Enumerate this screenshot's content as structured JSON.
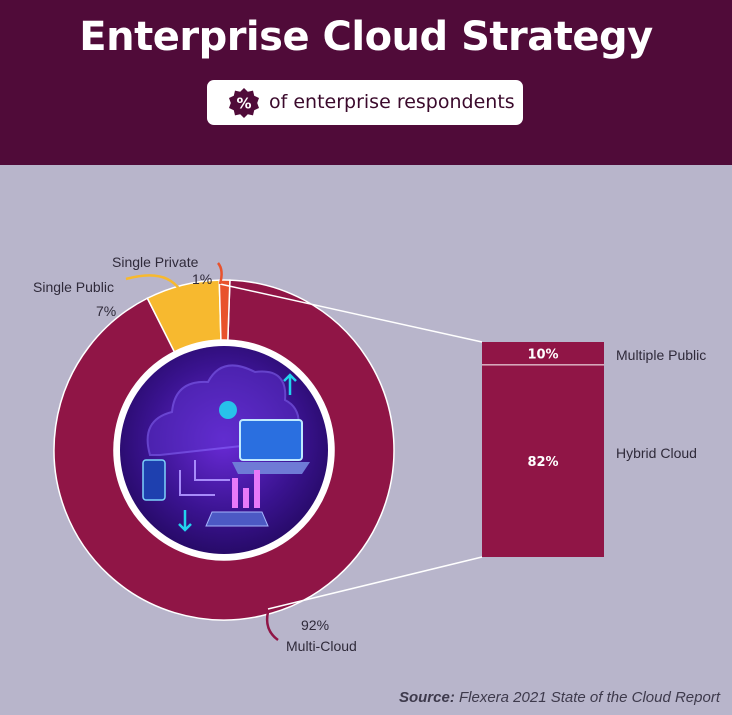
{
  "header": {
    "title": "Enterprise Cloud Strategy",
    "subtitle_badge": "%",
    "subtitle": "of enterprise respondents"
  },
  "chart_data": [
    {
      "type": "pie",
      "categories": [
        "Multi-Cloud",
        "Single Public",
        "Single Private"
      ],
      "values": [
        92,
        7,
        1
      ],
      "labels": [
        "92%",
        "7%",
        "1%"
      ],
      "colors": [
        "#901546",
        "#f7b92f",
        "#e8522c"
      ]
    },
    {
      "type": "bar",
      "categories": [
        "Multiple Public",
        "Hybrid Cloud"
      ],
      "values": [
        10,
        82
      ],
      "labels": [
        "10%",
        "82%"
      ],
      "color": "#901546"
    }
  ],
  "center_image": {
    "icon": "cloud-computing-illustration",
    "colors": [
      "#2a0b6f",
      "#8f2fe0",
      "#22d3ee"
    ]
  },
  "source": {
    "prefix": "Source:",
    "text": "Flexera 2021 State of the Cloud Report"
  }
}
